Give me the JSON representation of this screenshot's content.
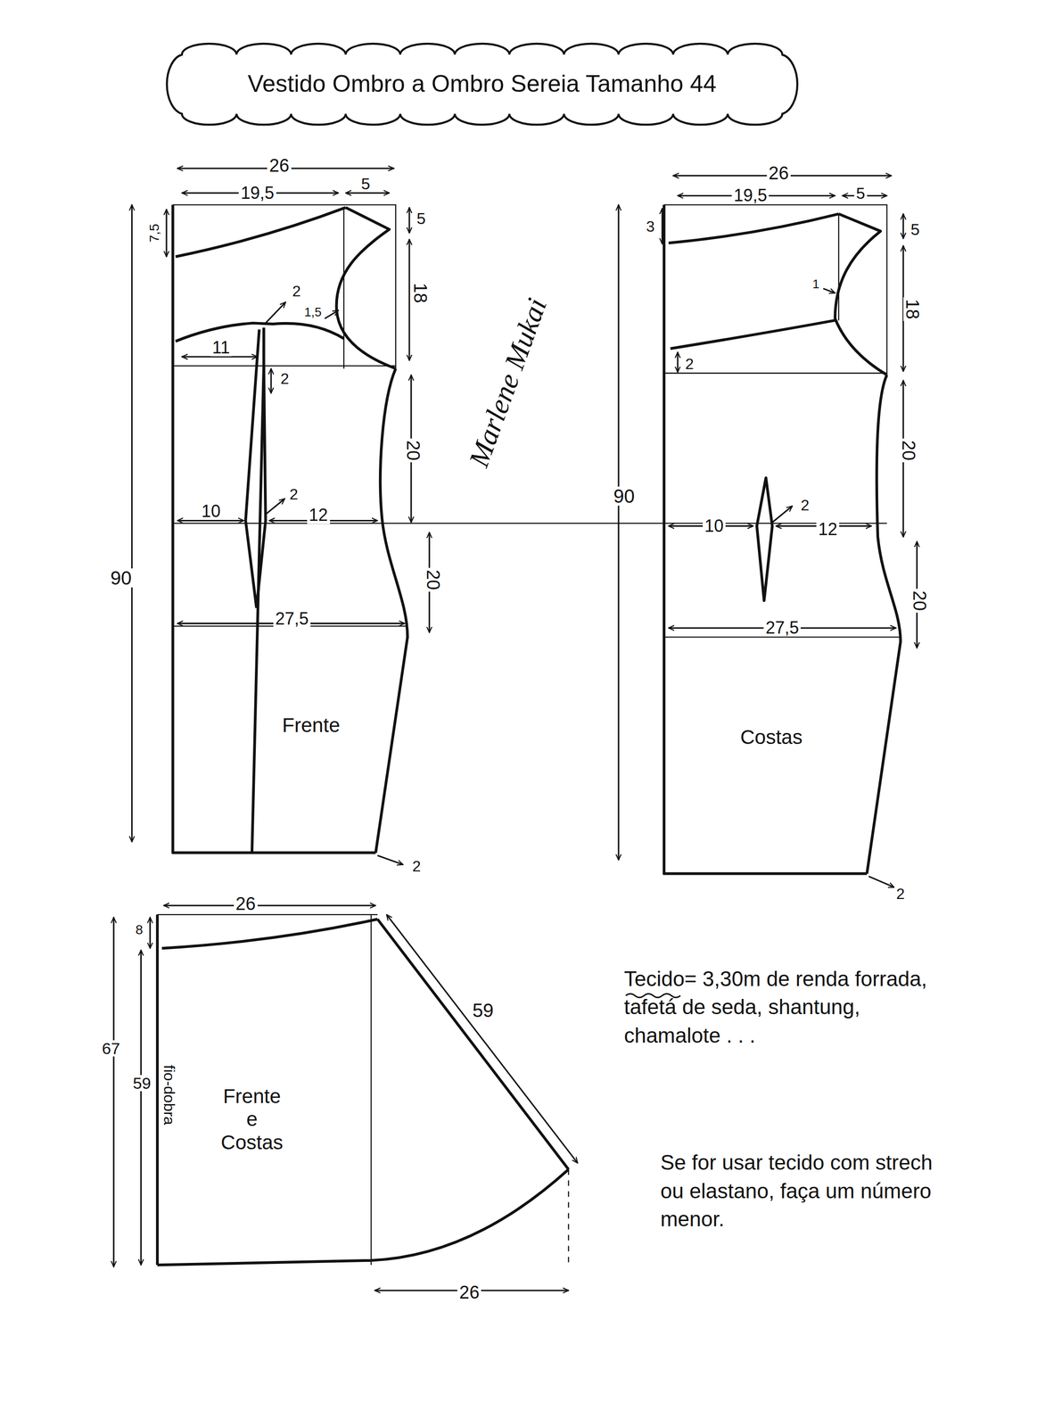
{
  "diagram": {
    "title": "Vestido Ombro a Ombro Sereia Tamanho 44",
    "nodes": [
      {
        "text": [
          "Frente"
        ]
      },
      {
        "text": [
          "Costas"
        ]
      },
      {
        "text": [
          "Frente e Costas"
        ]
      }
    ],
    "labels": [
      "26",
      "19,5",
      "5",
      "7,5",
      "5",
      "18",
      "2",
      "1,5",
      "11",
      "2",
      "20",
      "10",
      "2",
      "12",
      "20",
      "27,5",
      "90",
      "2",
      "Marlene Mukai",
      "26",
      "19,5",
      "5",
      "3",
      "5",
      "18",
      "1",
      "2",
      "20",
      "90",
      "10",
      "2",
      "12",
      "20",
      "27,5",
      "2",
      "26",
      "8",
      "67",
      "59",
      "fio-dobra",
      "59",
      "26",
      "Tecido",
      "= 3,30m de renda forrada, tafetá de seda, shantung, chamalote . . .",
      "Se for usar tecido com strech ou elastano, faça um número menor."
    ]
  }
}
